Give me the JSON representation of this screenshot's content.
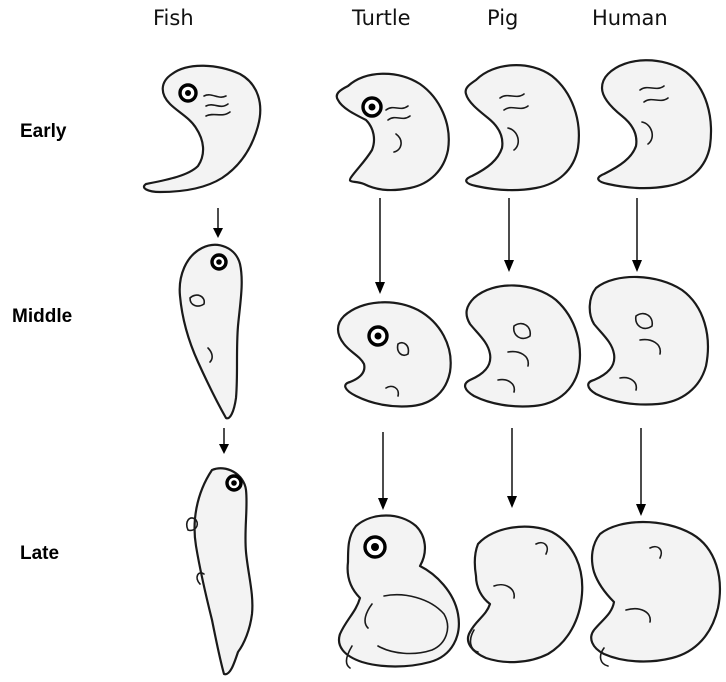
{
  "columns": [
    "Fish",
    "Turtle",
    "Pig",
    "Human"
  ],
  "rows": [
    "Early",
    "Middle",
    "Late"
  ],
  "arrows": [
    {
      "name": "fish-early-middle"
    },
    {
      "name": "fish-middle-late"
    },
    {
      "name": "turtle-early-middle"
    },
    {
      "name": "turtle-middle-late"
    },
    {
      "name": "pig-early-middle"
    },
    {
      "name": "pig-middle-late"
    },
    {
      "name": "human-early-middle"
    },
    {
      "name": "human-middle-late"
    }
  ]
}
